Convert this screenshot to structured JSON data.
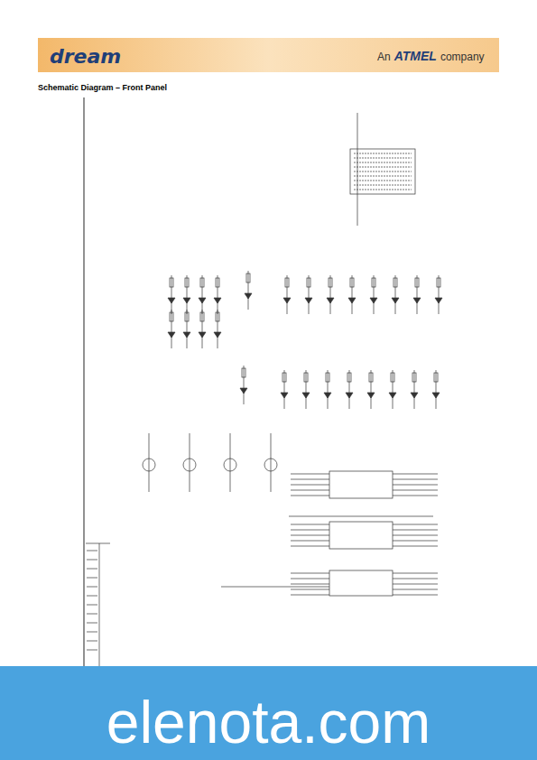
{
  "diagram": {
    "title": "Schematic Diagram – Front Panel",
    "labels": [
      "dream",
      "An",
      "ATMEL",
      "company",
      "elenota.com"
    ]
  }
}
